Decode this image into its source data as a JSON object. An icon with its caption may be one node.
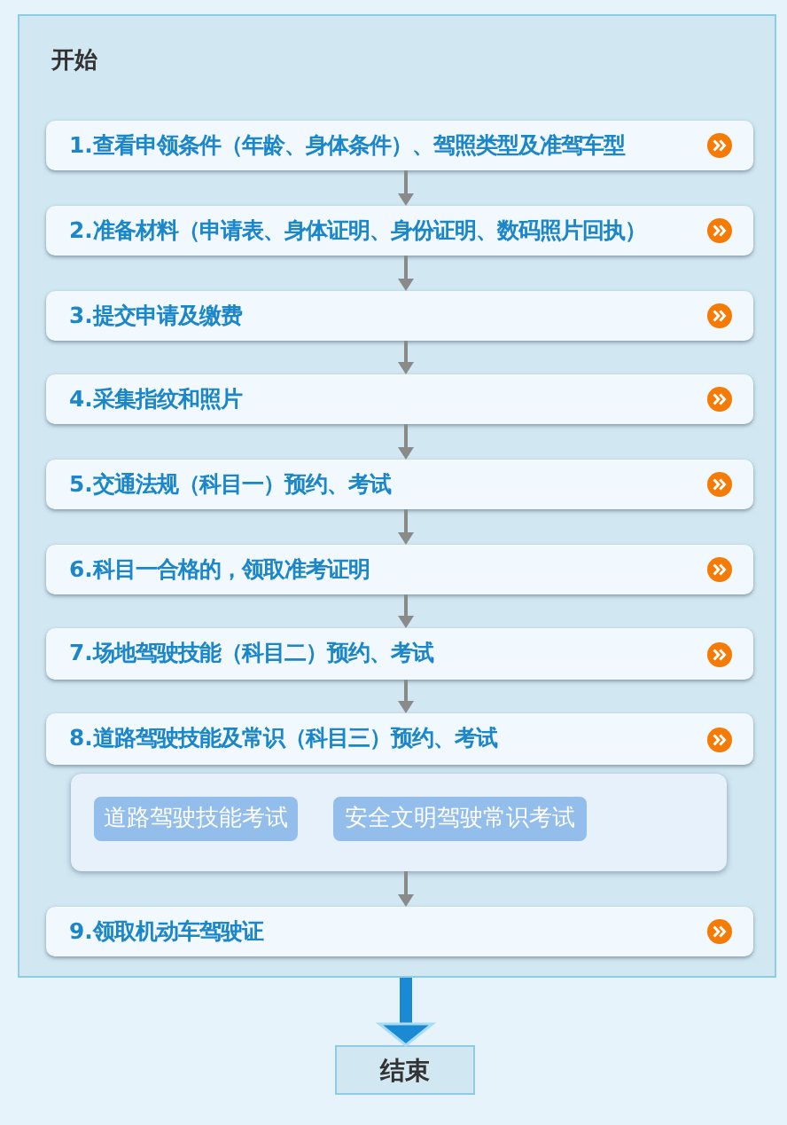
{
  "diagram": {
    "nodes": [
      {
        "text": [
          "开始"
        ]
      },
      {
        "text": [
          "1.查看申领条件（年龄、身体条件）、驾照类型及准驾车型"
        ],
        "in": 0
      },
      {
        "text": [
          "2.准备材料（申请表、身体证明、身份证明、数码照片回执）"
        ],
        "in": 0
      },
      {
        "text": [
          "3.提交申请及缴费"
        ],
        "in": 0
      },
      {
        "text": [
          "4.采集指纹和照片"
        ],
        "in": 0
      },
      {
        "text": [
          "5.交通法规（科目一）预约、考试"
        ],
        "in": 0
      },
      {
        "text": [
          "6.科目一合格的，领取准考证明"
        ],
        "in": 0
      },
      {
        "text": [
          "7.场地驾驶技能（科目二）预约、考试"
        ],
        "in": 0
      },
      {
        "text": [
          "8.道路驾驶技能及常识（科目三）预约、考试"
        ],
        "in": 0
      },
      {
        "text": [],
        "shape": "box",
        "in": 0
      },
      {
        "text": [
          "道路驾驶技能考试"
        ],
        "in": 9
      },
      {
        "text": [
          "安全文明驾驶常识考试"
        ],
        "in": 9
      },
      {
        "text": [
          "9.领取机动车驾驶证"
        ],
        "in": 0
      },
      {
        "text": [
          "结束"
        ]
      }
    ],
    "edges": [
      {
        "from": 1,
        "to": 2,
        "arrow": "to"
      },
      {
        "from": 2,
        "to": 3,
        "arrow": "to"
      },
      {
        "from": 3,
        "to": 4,
        "arrow": "to"
      },
      {
        "from": 4,
        "to": 5,
        "arrow": "to"
      },
      {
        "from": 5,
        "to": 6,
        "arrow": "to"
      },
      {
        "from": 6,
        "to": 7,
        "arrow": "to"
      },
      {
        "from": 7,
        "to": 8,
        "arrow": "to"
      },
      {
        "from": 9,
        "to": 12,
        "arrow": "to"
      },
      {
        "from": 0,
        "to": 13,
        "arrow": "to",
        "style": "thick",
        "color": "#1a8ad4"
      }
    ]
  }
}
